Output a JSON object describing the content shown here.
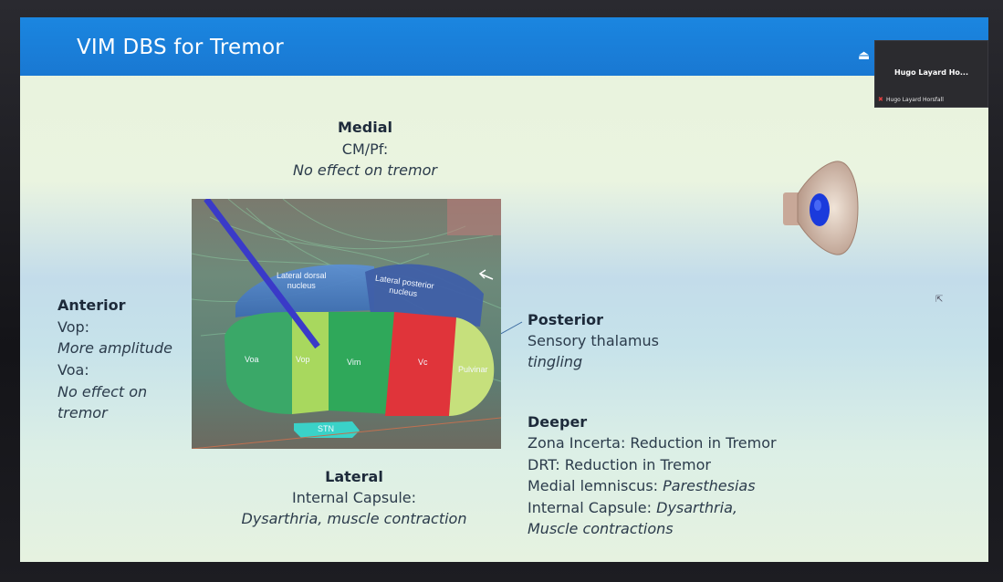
{
  "slide": {
    "title": "VIM DBS for Tremor"
  },
  "participant": {
    "tile_name": "Hugo Layard Ho...",
    "full_name": "Hugo Layard Horsfall"
  },
  "medial": {
    "heading": "Medial",
    "line1": "CM/Pf:",
    "line2": "No effect on tremor"
  },
  "anterior": {
    "heading": "Anterior",
    "line1": "Vop:",
    "line2": "More amplitude",
    "line3": "Voa:",
    "line4": "No effect on",
    "line5": "tremor"
  },
  "posterior": {
    "heading": "Posterior",
    "line1": "Sensory thalamus",
    "line2": "tingling"
  },
  "lateral": {
    "heading": "Lateral",
    "line1": "Internal Capsule:",
    "line2": "Dysarthria, muscle contraction"
  },
  "deeper": {
    "heading": "Deeper",
    "line1": "Zona Incerta: Reduction in Tremor",
    "line2": "DRT: Reduction in Tremor",
    "line3_plain": "Medial lemniscus: ",
    "line3_ital": "Paresthesias",
    "line4_plain": "Internal Capsule: ",
    "line4_ital": "Dysarthria,",
    "line5": "Muscle contractions"
  },
  "figure": {
    "labels": {
      "lateral_dorsal": "Lateral dorsal\nnucleus",
      "lateral_posterior": "Lateral posterior\nnucleus",
      "voa": "Voa",
      "vop": "Vop",
      "vim": "Vim",
      "vc": "Vc",
      "pulvinar": "Pulvinar",
      "stn": "STN"
    }
  },
  "icons": {
    "speaker": "speaker-icon",
    "share": "share-icon",
    "mic_muted": "mic-muted-icon",
    "cursor": "mouse-cursor-icon"
  },
  "colors": {
    "title_bar": "#1978d2",
    "heading_text": "#1d2a3a",
    "body_text": "#2b3b4b"
  }
}
